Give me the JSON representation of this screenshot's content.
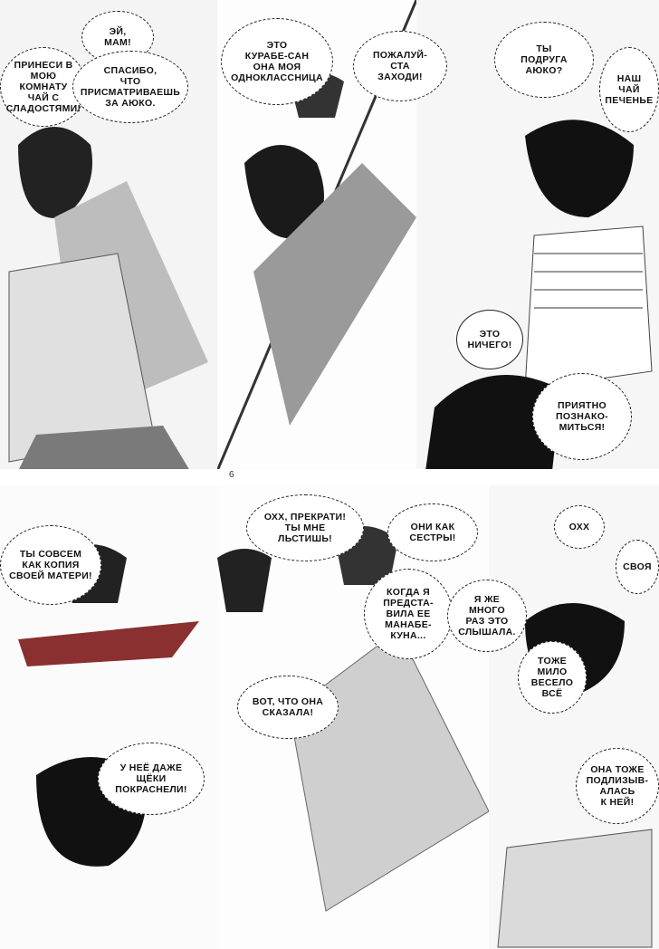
{
  "page_number": "6",
  "bubbles": {
    "b01": "ЭЙ,\nМАМ!",
    "b02": "ПРИНЕСИ В\nМОЮ КОМНАТУ\nЧАЙ С\nСЛАДОСТЯМИ!",
    "b03": "СПАСИБО,\nЧТО\nПРИСМАТРИВАЕШЬ\nЗА АЮКО.",
    "b04": "ЭТО\nКУРАБЕ-САН\nОНА МОЯ\nОДНОКЛАССНИЦА",
    "b05": "ПОЖАЛУЙ-\nСТА\nЗАХОДИ!",
    "b06": "ТЫ\nПОДРУГА\nАЮКО?",
    "b07": "НАШ\nЧАЙ\nПЕЧЕНЬЕ",
    "b08": "ЭТО\nНИЧЕГО!",
    "b09": "ПРИЯТНО\nПОЗНАКО-\nМИТЬСЯ!",
    "b10": "ТЫ СОВСЕМ\nКАК КОПИЯ\nСВОЕЙ МАТЕРИ!",
    "b11": "ОХХ, ПРЕКРАТИ!\nТЫ МНЕ\nЛЬСТИШЬ!",
    "b12": "ОНИ КАК\nСЕСТРЫ!",
    "b13": "КОГДА Я\nПРЕДСТА-\nВИЛА ЕЕ\nМАНАБЕ-\nКУНА...",
    "b14": "Я ЖЕ\nМНОГО\nРАЗ ЭТО\nСЛЫШАЛА.",
    "b15": "ОХХ",
    "b16": "СВОЯ",
    "b17": "ТОЖЕ\nМИЛО\nВЕСЕЛО\nВСЁ",
    "b18": "ВОТ, ЧТО ОНА\nСКАЗАЛА!",
    "b19": "У НЕЁ ДАЖЕ\nЩЁКИ\nПОКРАСНЕЛИ!",
    "b20": "ОНА ТОЖЕ\nПОДЛИЗЫВ-\nАЛАСЬ\nК НЕЙ!"
  },
  "colors": {
    "ink": "#111111",
    "paper": "#ffffff",
    "tone": "#9a9a9a"
  }
}
